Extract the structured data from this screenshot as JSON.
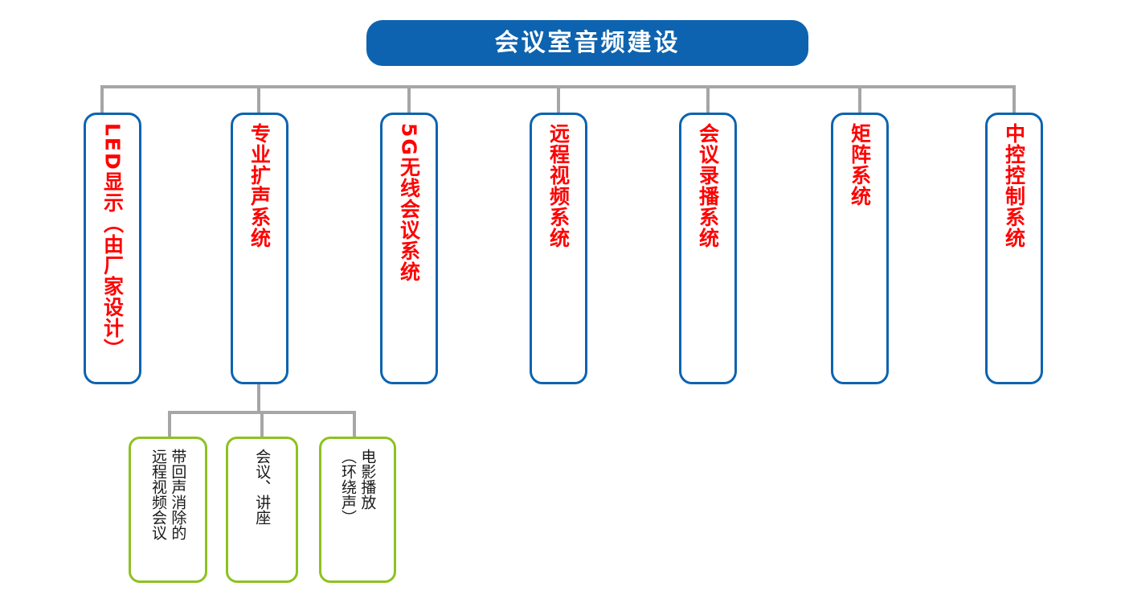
{
  "diagram": {
    "title": "会议室音频建设",
    "colors": {
      "root_fill": "#0D63AF",
      "root_text": "#FFFFFF",
      "level1_border": "#0D63AF",
      "level1_text": "#FF0000",
      "level2_border": "#8DC220",
      "level2_text": "#1A1A1A",
      "connector": "#A6A6A6",
      "background": "#FFFFFF"
    },
    "level1": [
      {
        "id": "led-display",
        "label": "LED显示（由厂家设计）",
        "lead": "LED",
        "rest": "显示（由厂家设计）"
      },
      {
        "id": "pro-sound-reinforcement",
        "label": "专业扩声系统",
        "lead": "",
        "rest": "专业扩声系统"
      },
      {
        "id": "5g-wireless-conference",
        "label": "5G无线会议系统",
        "lead": "5G",
        "rest": "无线会议系统"
      },
      {
        "id": "remote-video",
        "label": "远程视频系统",
        "lead": "",
        "rest": "远程视频系统"
      },
      {
        "id": "conference-recording",
        "label": "会议录播系统",
        "lead": "",
        "rest": "会议录播系统"
      },
      {
        "id": "matrix-system",
        "label": "矩阵系统",
        "lead": "",
        "rest": "矩阵系统"
      },
      {
        "id": "central-control",
        "label": "中控控制系统",
        "lead": "",
        "rest": "中控控制系统"
      }
    ],
    "level2": [
      {
        "id": "aec-remote-video-conference",
        "label": "带回声消除的远程视频会议",
        "col_right": "带回声消除的",
        "col_left": "远程视频会议"
      },
      {
        "id": "meeting-lecture",
        "label": "会议、讲座",
        "col_right": "会议、讲座",
        "col_left": ""
      },
      {
        "id": "movie-playback",
        "label": "电影播放（环绕声）",
        "col_right": "电影播放",
        "col_left": "（环绕声）"
      }
    ]
  }
}
